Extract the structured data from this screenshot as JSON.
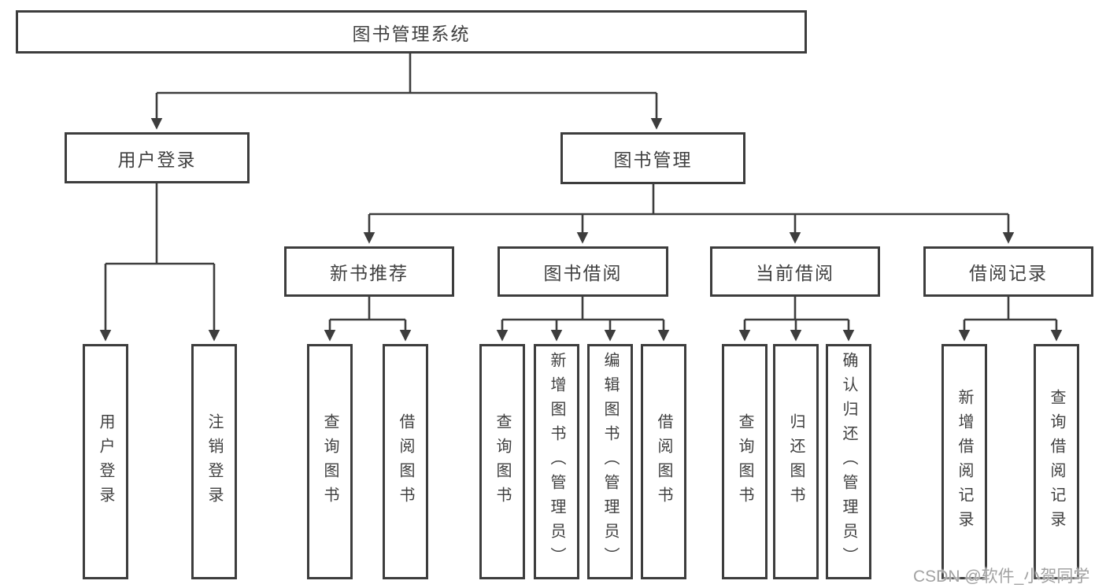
{
  "diagram": {
    "nodes": {
      "root": "图书管理系统",
      "user_login": "用户登录",
      "book_mgmt": "图书管理",
      "new_rec": "新书推荐",
      "book_borrow": "图书借阅",
      "current_borrow": "当前借阅",
      "borrow_records": "借阅记录",
      "leaf_user_login": "用户登录",
      "leaf_logout": "注销登录",
      "leaf_rec_query": "查询图书",
      "leaf_rec_borrow": "借阅图书",
      "leaf_bb_query": "查询图书",
      "leaf_bb_add": "新增图书（管理员）",
      "leaf_bb_edit": "编辑图书（管理员）",
      "leaf_bb_borrow": "借阅图书",
      "leaf_cb_query": "查询图书",
      "leaf_cb_return": "归还图书",
      "leaf_cb_confirm": "确认归还（管理员）",
      "leaf_br_add": "新增借阅记录",
      "leaf_br_query": "查询借阅记录"
    },
    "edges": [
      {
        "from": "root",
        "to": "user_login"
      },
      {
        "from": "root",
        "to": "book_mgmt"
      },
      {
        "from": "user_login",
        "to": "leaf_user_login"
      },
      {
        "from": "user_login",
        "to": "leaf_logout"
      },
      {
        "from": "book_mgmt",
        "to": "new_rec"
      },
      {
        "from": "book_mgmt",
        "to": "book_borrow"
      },
      {
        "from": "book_mgmt",
        "to": "current_borrow"
      },
      {
        "from": "book_mgmt",
        "to": "borrow_records"
      },
      {
        "from": "new_rec",
        "to": "leaf_rec_query"
      },
      {
        "from": "new_rec",
        "to": "leaf_rec_borrow"
      },
      {
        "from": "book_borrow",
        "to": "leaf_bb_query"
      },
      {
        "from": "book_borrow",
        "to": "leaf_bb_add"
      },
      {
        "from": "book_borrow",
        "to": "leaf_bb_edit"
      },
      {
        "from": "book_borrow",
        "to": "leaf_bb_borrow"
      },
      {
        "from": "current_borrow",
        "to": "leaf_cb_query"
      },
      {
        "from": "current_borrow",
        "to": "leaf_cb_return"
      },
      {
        "from": "current_borrow",
        "to": "leaf_cb_confirm"
      },
      {
        "from": "borrow_records",
        "to": "leaf_br_add"
      },
      {
        "from": "borrow_records",
        "to": "leaf_br_query"
      }
    ],
    "colors": {
      "line": "#3d3d3d",
      "text": "#404040",
      "box_background": "#ffffff",
      "watermark_text": "#a2a2a2"
    }
  },
  "watermark": "CSDN @软件_小贺同学"
}
